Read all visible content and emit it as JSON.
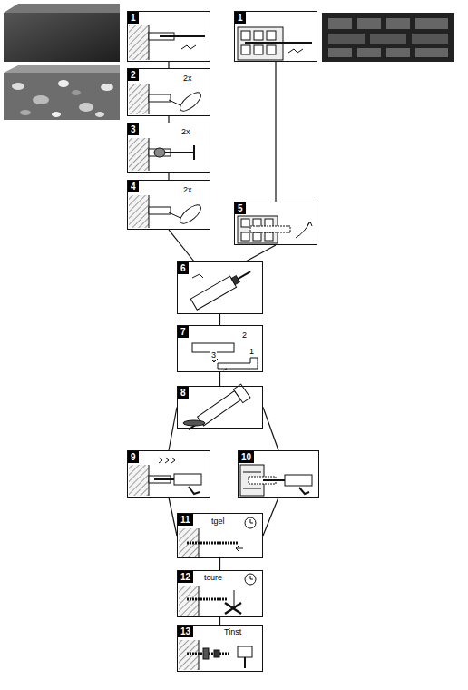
{
  "diagram": {
    "nodes": [
      {
        "text": [
          "1"
        ]
      },
      {
        "text": [
          "1"
        ]
      },
      {
        "text": [
          "2",
          "2x"
        ]
      },
      {
        "text": [
          "3",
          "2x"
        ]
      },
      {
        "text": [
          "4",
          "2x"
        ]
      },
      {
        "text": [
          "5"
        ]
      },
      {
        "text": [
          "6"
        ]
      },
      {
        "text": [
          "7",
          "3",
          "2",
          "1"
        ]
      },
      {
        "text": [
          "8"
        ]
      },
      {
        "text": [
          "9"
        ]
      },
      {
        "text": [
          "10"
        ]
      },
      {
        "text": [
          "11",
          "tgel"
        ]
      },
      {
        "text": [
          "12",
          "tcure"
        ]
      },
      {
        "text": [
          "13",
          "Tinst"
        ]
      }
    ],
    "edges": [
      {
        "from": 0,
        "to": 2,
        "arrow": "none"
      },
      {
        "from": 2,
        "to": 3,
        "arrow": "none"
      },
      {
        "from": 3,
        "to": 4,
        "arrow": "none"
      },
      {
        "from": 4,
        "to": 6,
        "arrow": "none"
      },
      {
        "from": 1,
        "to": 5,
        "arrow": "none"
      },
      {
        "from": 5,
        "to": 6,
        "arrow": "none"
      },
      {
        "from": 6,
        "to": 7,
        "arrow": "none"
      },
      {
        "from": 7,
        "to": 8,
        "arrow": "none"
      },
      {
        "from": 8,
        "to": 9,
        "arrow": "none"
      },
      {
        "from": 8,
        "to": 10,
        "arrow": "none"
      },
      {
        "from": 9,
        "to": 11,
        "arrow": "none"
      },
      {
        "from": 10,
        "to": 11,
        "arrow": "none"
      },
      {
        "from": 11,
        "to": 12,
        "arrow": "none"
      },
      {
        "from": 12,
        "to": 13,
        "arrow": "none"
      }
    ]
  }
}
